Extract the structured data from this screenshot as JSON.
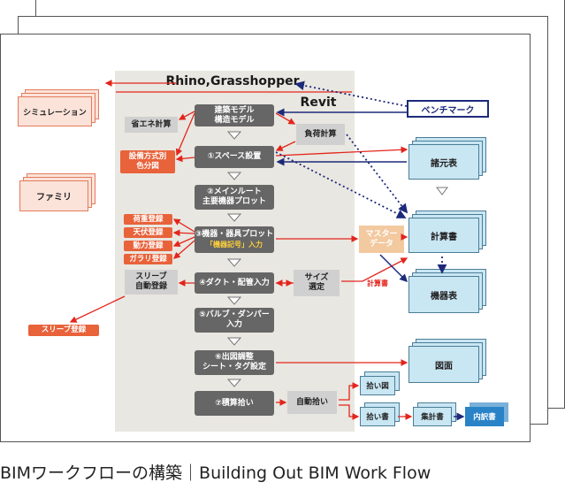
{
  "caption": "BIMワークフローの構築｜Building Out BIM Work Flow",
  "header": {
    "rhino": "Rhino,Grasshopper",
    "revit": "Revit"
  },
  "benchmark": "ベンチマーク",
  "simulation": "シミュレーション",
  "family": "ファミリ",
  "steps": [
    "建築モデル\n構造モデル",
    "①スペース設置",
    "②メインルート\n主要機器プロット",
    "③機器・器具プロット",
    "④ダクト・配管入力",
    "⑤バルブ・ダンパー\n入力",
    "⑥出図調整\nシート・タグ設定",
    "⑦積算拾い"
  ],
  "step3_sub": "「機器記号」入力",
  "left_items": {
    "energy": "省エネ計算",
    "equipment_method": "設備方式別\n色分図",
    "load_reg": "荷重登録",
    "ceiling_reg": "天伏登録",
    "power_reg": "動力登録",
    "gallery_reg": "ガラリ登録",
    "sleeve_auto": "スリーブ\n自動登録",
    "sleeve_reg": "スリーブ登録"
  },
  "mid_items": {
    "load_calc": "負荷計算",
    "size": "サイズ\n選定",
    "master": "マスター\nデータ",
    "calc_note": "計算書",
    "auto_pick": "自動拾い"
  },
  "outputs": {
    "spec_table": "諸元表",
    "calc_book": "計算書",
    "equipment_table": "機器表",
    "drawing": "図面",
    "pick_fig": "拾い図",
    "pick_book": "拾い書",
    "summary_book": "集計書",
    "breakdown_book": "内訳書"
  },
  "colors": {
    "red": "#e3251c",
    "navy": "#1d2a7a",
    "blue_card": "#c9e6f3",
    "pink_card": "#fbe3da"
  }
}
